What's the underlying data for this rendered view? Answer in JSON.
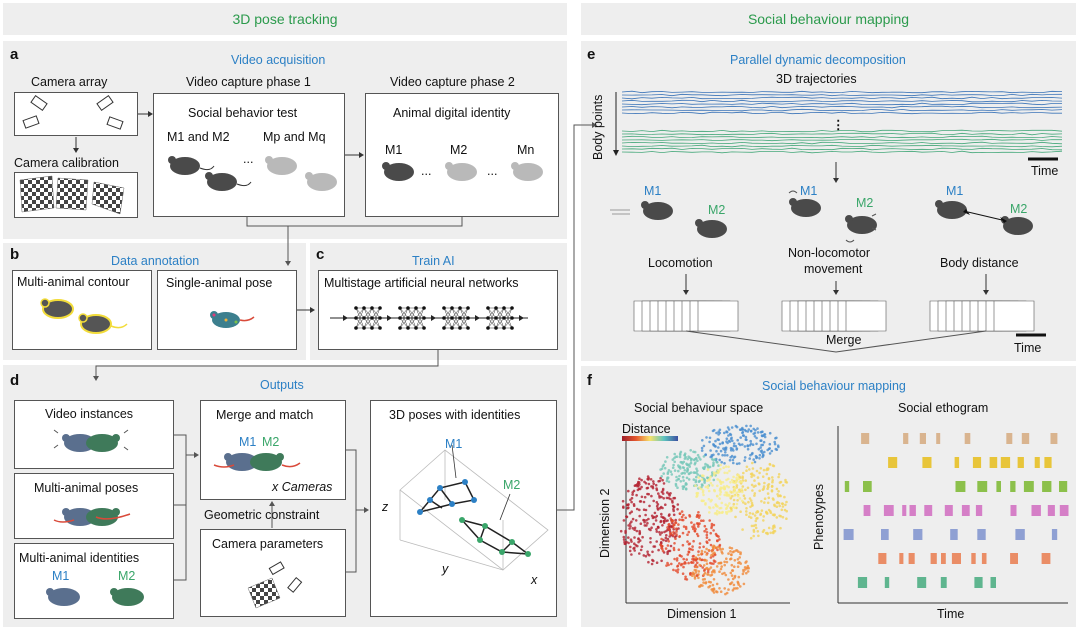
{
  "headers": {
    "left": "3D pose tracking",
    "right": "Social behaviour mapping"
  },
  "panel_a": {
    "letter": "a",
    "title": "Video acquisition",
    "camera_array": "Camera array",
    "camera_calibration": "Camera calibration",
    "phase1": "Video capture phase 1",
    "phase2": "Video capture phase 2",
    "social_test": "Social behavior test",
    "m1m2": "M1 and M2",
    "ellipsis": "...",
    "mpmq": "Mp and Mq",
    "digital_identity": "Animal digital identity",
    "m1": "M1",
    "m2": "M2",
    "mn": "Mn"
  },
  "panel_b": {
    "letter": "b",
    "title": "Data annotation",
    "contour": "Multi-animal contour",
    "single_pose": "Single-animal pose"
  },
  "panel_c": {
    "letter": "c",
    "title": "Train AI",
    "networks": "Multistage artificial neural networks"
  },
  "panel_d": {
    "letter": "d",
    "title": "Outputs",
    "video_instances": "Video instances",
    "multi_poses": "Multi-animal poses",
    "multi_identities": "Multi-animal identities",
    "m1": "M1",
    "m2": "M2",
    "merge_match": "Merge and match",
    "x_cameras": "x Cameras",
    "geometric": "Geometric constraint",
    "camera_params": "Camera parameters",
    "poses_3d": "3D poses with identities",
    "axis_z": "z",
    "axis_y": "y",
    "axis_x": "x"
  },
  "panel_e": {
    "letter": "e",
    "title": "Parallel dynamic decomposition",
    "trajectories": "3D trajectories",
    "body_points": "Body points",
    "vdots": "⋮",
    "time": "Time",
    "m1": "M1",
    "m2": "M2",
    "locomotion": "Locomotion",
    "nonloco_line1": "Non-locomotor",
    "nonloco_line2": "movement",
    "body_distance": "Body distance",
    "merge": "Merge"
  },
  "panel_f": {
    "letter": "f",
    "title": "Social behaviour mapping",
    "space_title": "Social behaviour space",
    "distance": "Distance",
    "dim1": "Dimension 1",
    "dim2": "Dimension 2",
    "ethogram_title": "Social ethogram",
    "phenotypes": "Phenotypes",
    "time": "Time"
  },
  "colors": {
    "header_text": "#2b9a4c",
    "title_text": "#2c80c5",
    "m1": "#2c80c5",
    "m2": "#3aa66a",
    "panel_bg": "#eeeeee",
    "ethogram_rows": [
      "#d9b48f",
      "#e8c53a",
      "#8cc04b",
      "#d57fc7",
      "#8fa0d3",
      "#ea8d66",
      "#5fb58f"
    ]
  },
  "ethogram_rows_count": 7
}
